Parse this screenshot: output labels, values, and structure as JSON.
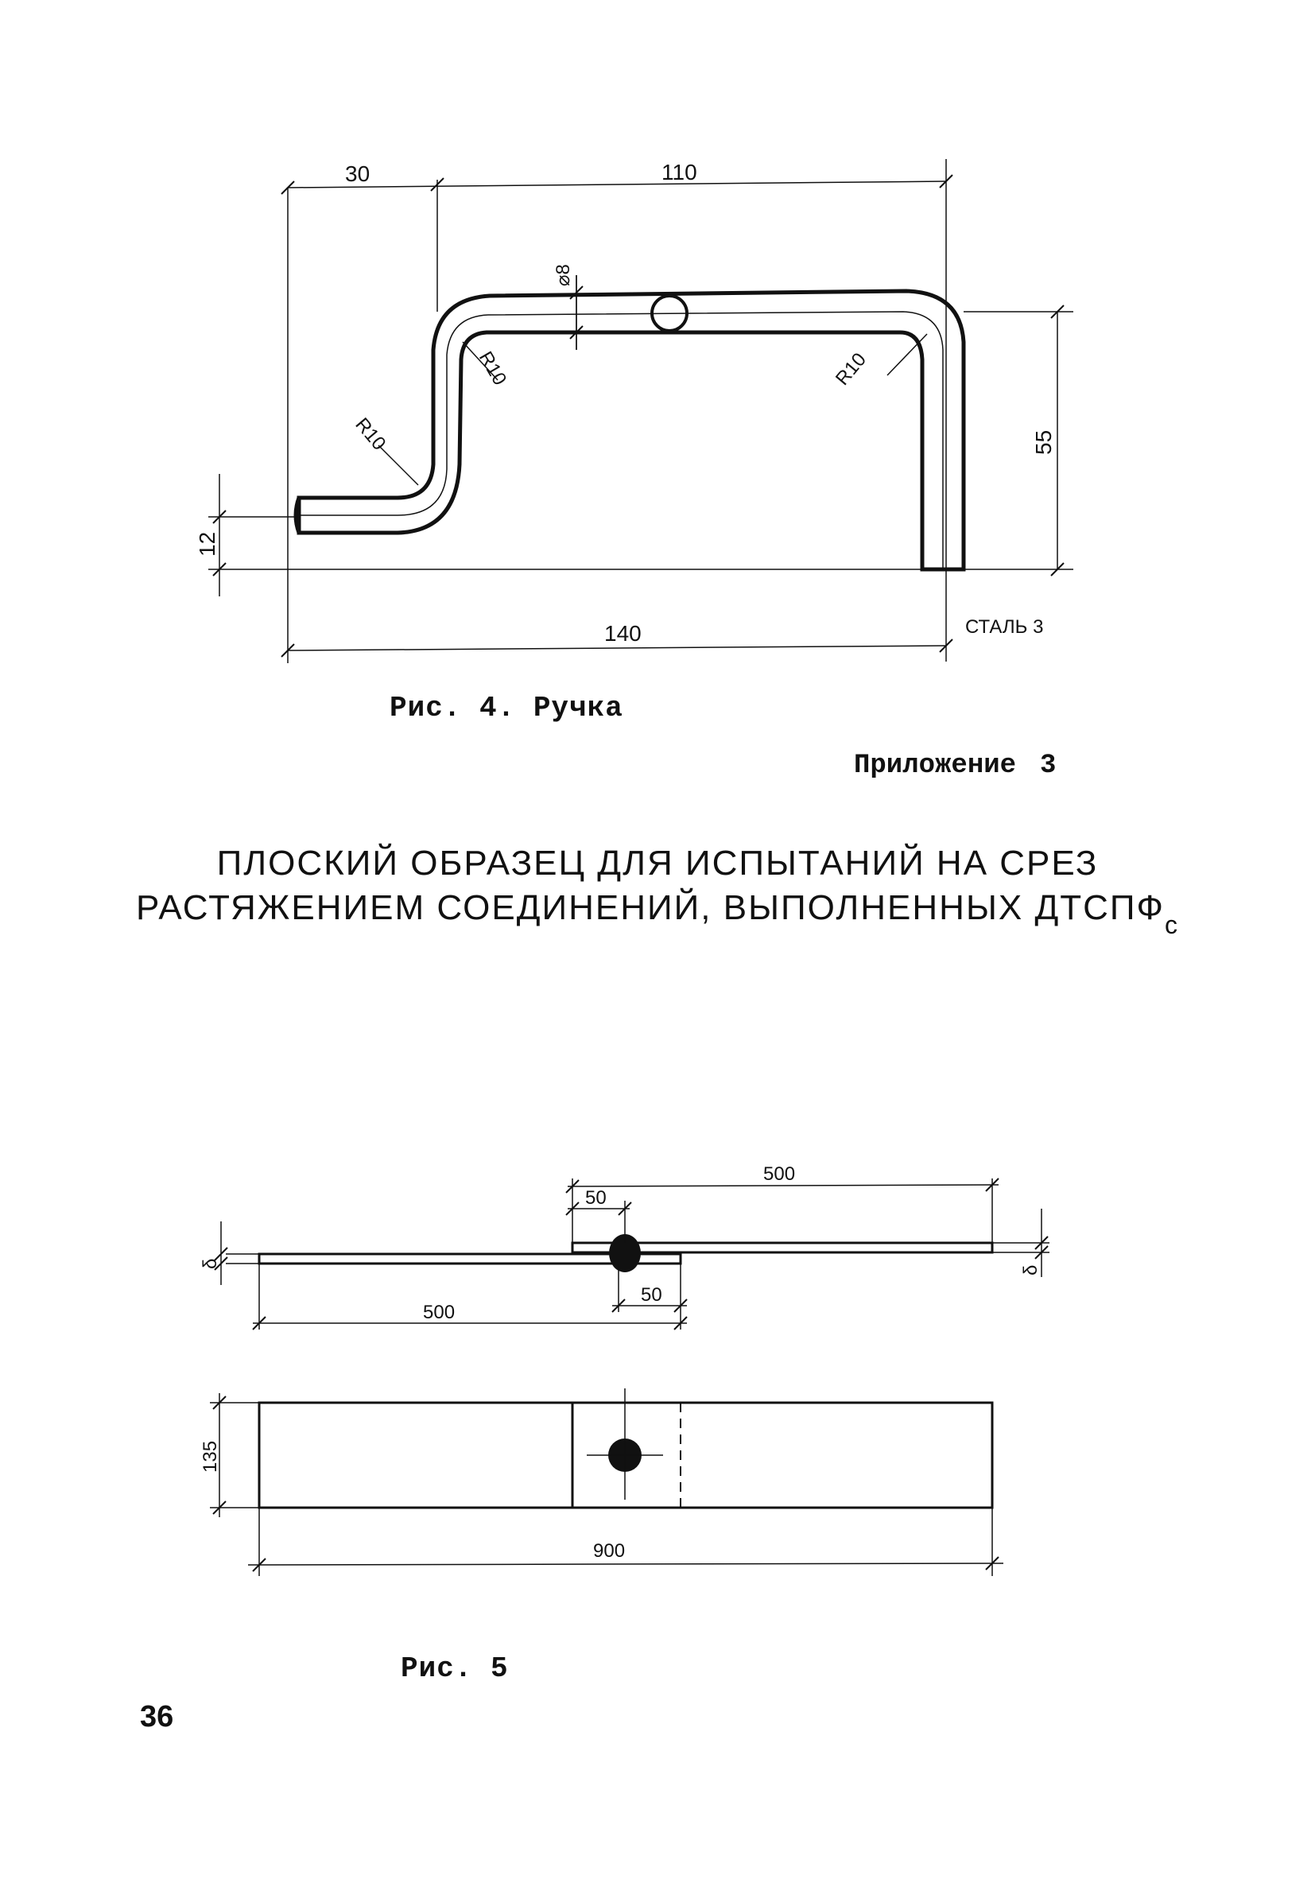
{
  "figure4": {
    "caption": "Рис. 4. Ручка",
    "dims": {
      "top_left": "30",
      "top_main": "110",
      "diameter": "⌀8",
      "radius_upper_left": "R10",
      "radius_upper_right": "R10",
      "radius_lower_left": "R10",
      "height_right": "55",
      "height_left": "12",
      "bottom_total": "140"
    },
    "material": "СТАЛЬ 3"
  },
  "appendix": {
    "label": "Приложение",
    "number": "3"
  },
  "title": {
    "line1": "ПЛОСКИЙ ОБРАЗЕЦ ДЛЯ ИСПЫТАНИЙ НА СРЕЗ",
    "line2": "РАСТЯЖЕНИЕМ СОЕДИНЕНИЙ, ВЫПОЛНЕННЫХ ДТСПФ",
    "line2_subscript": "с"
  },
  "figure5": {
    "caption": "Рис. 5",
    "dims": {
      "top_length": "500",
      "top_overlap": "50",
      "bottom_overlap": "50",
      "bottom_length": "500",
      "thickness_left": "δ",
      "thickness_right": "δ",
      "width": "135",
      "total_length": "900"
    }
  },
  "page_number": "36"
}
